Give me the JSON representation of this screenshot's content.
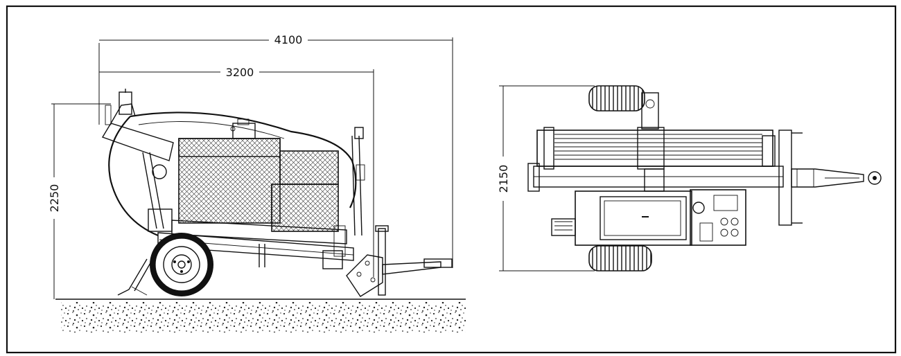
{
  "dimensions": {
    "side_overall_length": "4100",
    "side_body_length": "3200",
    "side_height": "2250",
    "top_width": "2150"
  },
  "colors": {
    "line": "#111111",
    "background": "#ffffff"
  }
}
